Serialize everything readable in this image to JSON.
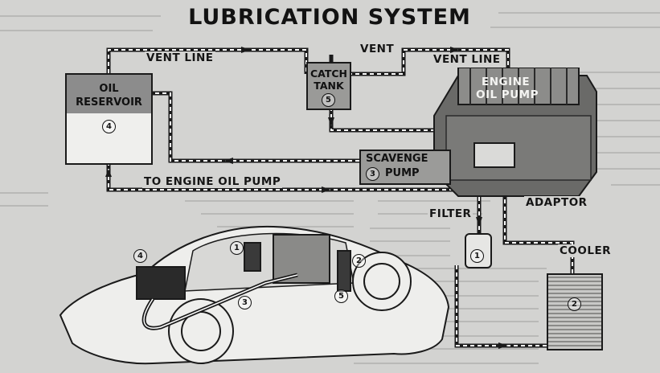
{
  "title": "LUBRICATION SYSTEM",
  "labels": {
    "vent_line_left": "VENT LINE",
    "vent_top": "VENT",
    "vent_line_right": "VENT LINE",
    "catch_tank_line1": "CATCH",
    "catch_tank_line2": "TANK",
    "catch_tank_number": "5",
    "oil_reservoir_line1": "OIL",
    "oil_reservoir_line2": "RESERVOIR",
    "oil_reservoir_number": "4",
    "engine_oil_pump_line1": "ENGINE",
    "engine_oil_pump_line2": "OIL PUMP",
    "scavenge_line1": "SCAVENGE",
    "scavenge_line2": "PUMP",
    "scavenge_number": "3",
    "to_engine_oil_pump": "TO ENGINE OIL PUMP",
    "adaptor": "ADAPTOR",
    "filter": "FILTER",
    "filter_number": "1",
    "cooler": "COOLER",
    "cooler_number": "2",
    "car_callouts": [
      "1",
      "2",
      "3",
      "4",
      "5"
    ]
  }
}
